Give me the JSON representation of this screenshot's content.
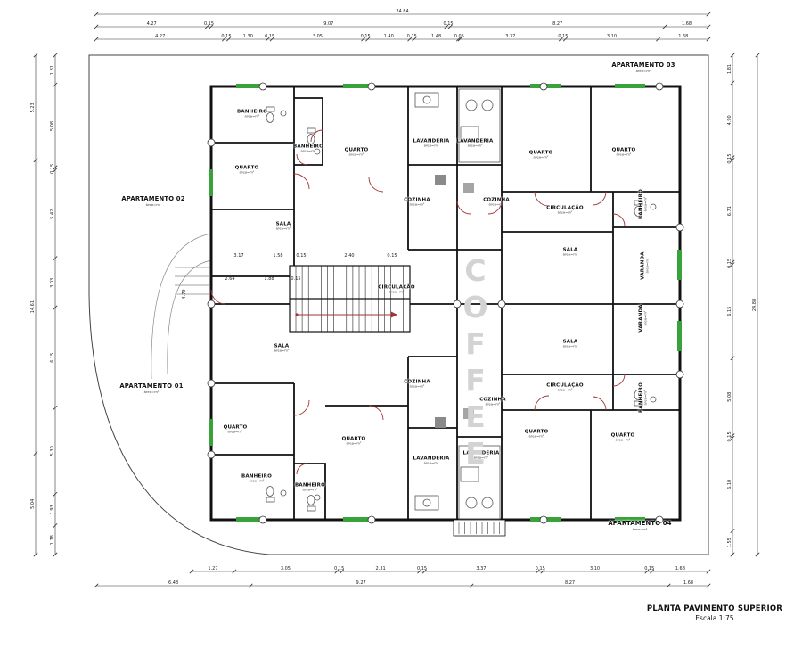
{
  "watermark": "COFFEE",
  "title_block": {
    "title": "PLANTA PAVIMENTO SUPERIOR",
    "scale": "Escala 1:75"
  },
  "area_note": "área=m²",
  "apartments": [
    "APARTAMENTO 02",
    "APARTAMENTO 01",
    "APARTAMENTO 03",
    "APARTAMENTO 04"
  ],
  "room_labels": [
    "BANHEIRO",
    "QUARTO",
    "SALA",
    "BANHEIRO",
    "QUARTO",
    "LAVANDERIA",
    "COZINHA",
    "LAVANDERIA",
    "COZINHA",
    "QUARTO",
    "QUARTO",
    "CIRCULAÇÃO",
    "BANHEIRO",
    "SALA",
    "VARANDA",
    "CIRCULAÇÃO",
    "SALA",
    "VARANDA",
    "SALA",
    "COZINHA",
    "CIRCULAÇÃO",
    "BANHEIRO",
    "COZINHA",
    "QUARTO",
    "QUARTO",
    "LAVANDERIA",
    "LAVANDERIA",
    "QUARTO",
    "QUARTO",
    "BANHEIRO",
    "BANHEIRO"
  ],
  "dimensions": {
    "top_total": [
      "24.84"
    ],
    "top_outer": [
      "4.27",
      "0.15",
      "9.07",
      "0.15",
      "8.27",
      "1.68"
    ],
    "top_inner": [
      "4.27",
      "0.15",
      "1.30",
      "0.15",
      "3.05",
      "0.15",
      "1.40",
      "0.15",
      "1.48",
      "0.05",
      "3.37",
      "0.15",
      "3.10",
      "1.68"
    ],
    "bottom_inner": [
      "1.27",
      "3.05",
      "0.15",
      "2.31",
      "0.15",
      "3.37",
      "0.15",
      "3.10",
      "0.15",
      "1.68"
    ],
    "bottom_outer": [
      "6.48",
      "9.27",
      "8.27",
      "1.68"
    ],
    "left_inner": [
      "1.81",
      "5.08",
      "0.15",
      "5.42",
      "3.03",
      "6.15",
      "5.30",
      "1.93",
      "1.78"
    ],
    "left_outer": [
      "5.23",
      "14.61",
      "5.04"
    ],
    "right_inner": [
      "1.81",
      "4.90",
      "0.15",
      "6.71",
      "0.15",
      "6.15",
      "5.08",
      "0.15",
      "6.10",
      "1.55"
    ],
    "right_outer": [
      "24.88"
    ],
    "interior": [
      "3.17",
      "1.58",
      "0.15",
      "2.40",
      "0.15",
      "2.64",
      "1.88",
      "0.15",
      "4.79"
    ]
  }
}
